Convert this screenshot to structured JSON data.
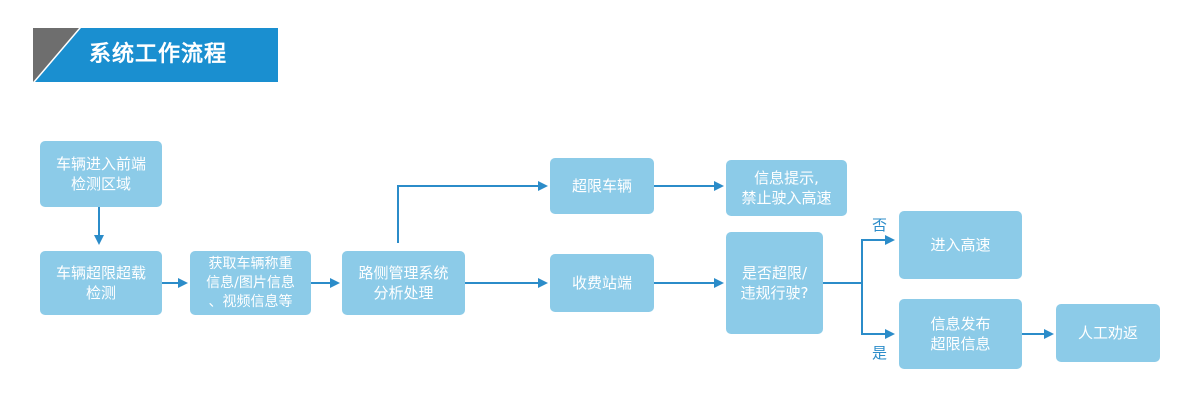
{
  "title": "系统工作流程",
  "colors": {
    "node_fill": "#8ccbe8",
    "arrow": "#2b8cc9",
    "banner_fill": "#1a8fd0",
    "banner_stripe": "#6e6e6e",
    "text": "#ffffff"
  },
  "nodes": {
    "vehicle_enter": "车辆进入前端\n检测区域",
    "overload_detect": "车辆超限超载\n检测",
    "get_weight": "获取车辆称重\n信息/图片信息\n、视频信息等",
    "roadside_system": "路侧管理系统\n分析处理",
    "overload_vehicle": "超限车辆",
    "info_prompt": "信息提示,\n禁止驶入高速",
    "toll_station": "收费站端",
    "decision": "是否超限/\n违规行驶?",
    "enter_highway": "进入高速",
    "publish_info": "信息发布\n超限信息",
    "manual_persuade": "人工劝返"
  },
  "branch_labels": {
    "no": "否",
    "yes": "是"
  }
}
